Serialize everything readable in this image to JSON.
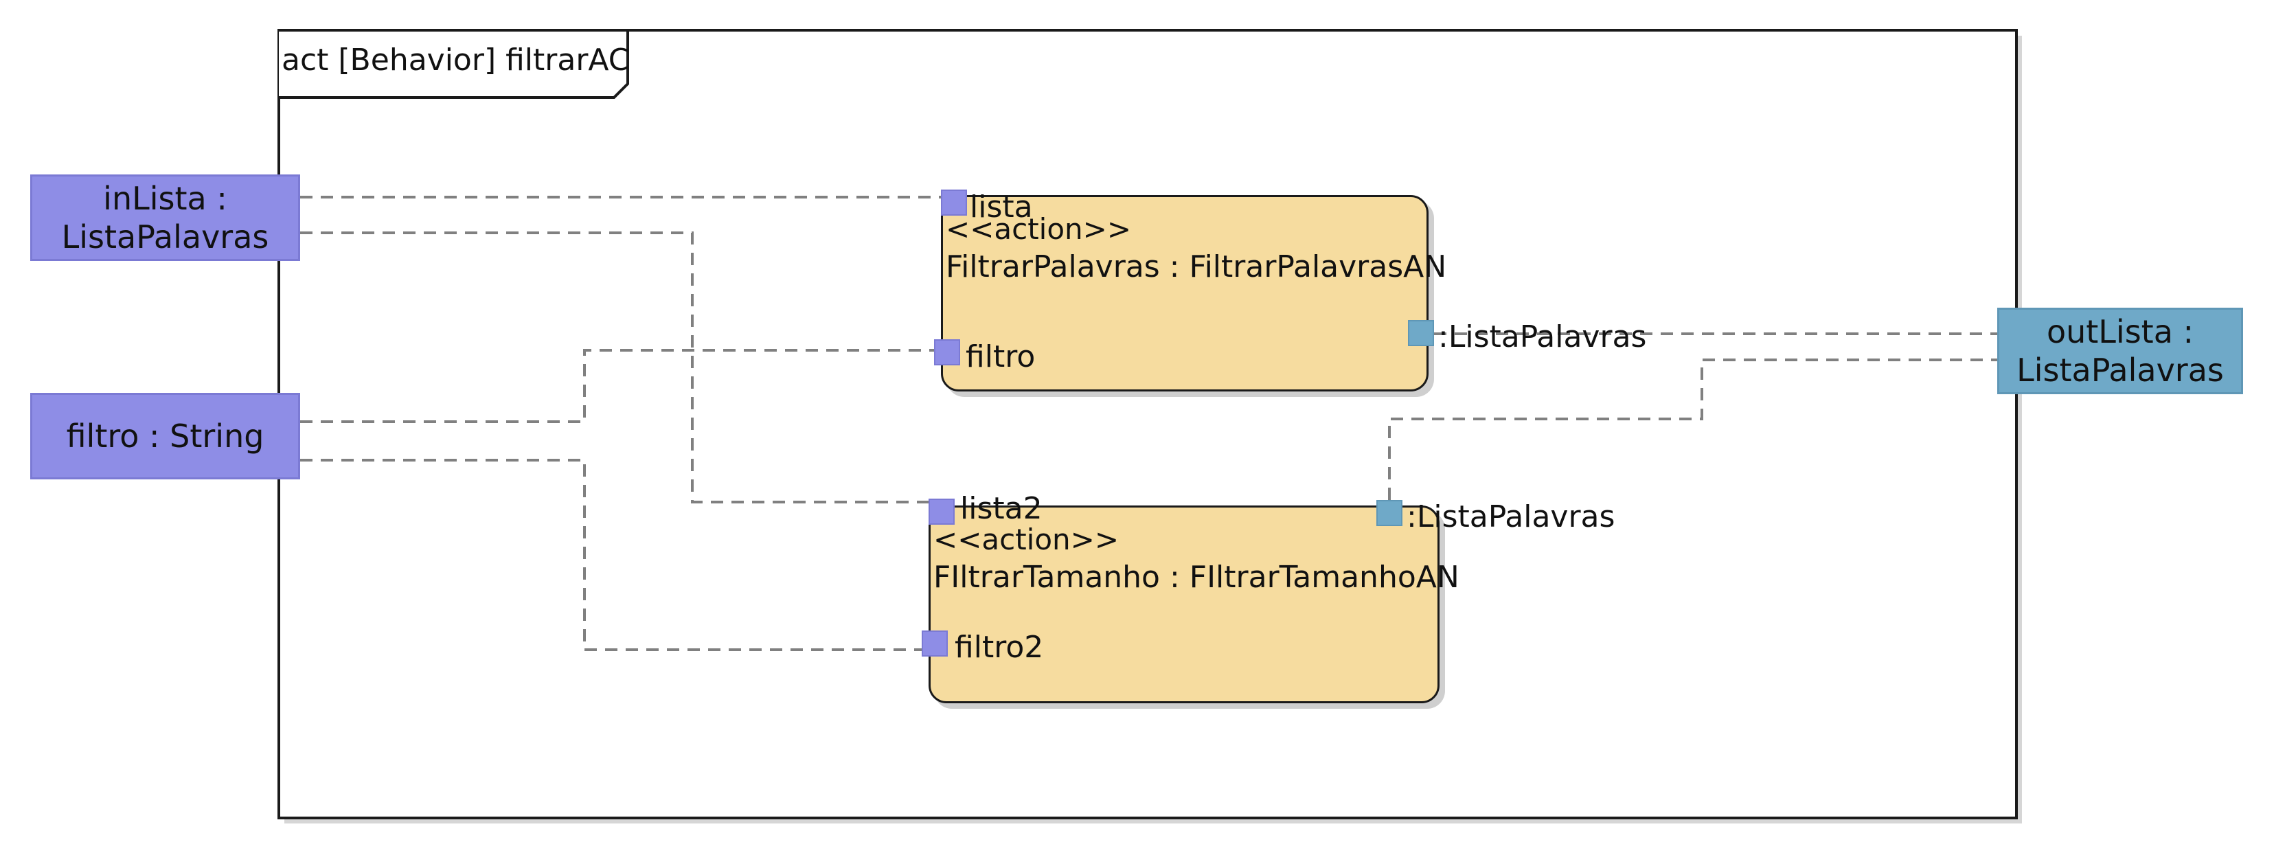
{
  "frame": {
    "title": "act [Behavior] filtrarAC"
  },
  "parameters": {
    "in_lista": {
      "line1": "inLista :",
      "line2": "ListaPalavras",
      "color": "#8e8de6"
    },
    "filtro": {
      "label": "filtro : String",
      "color": "#8e8de6"
    },
    "out_lista": {
      "line1": "outLista :",
      "line2": "ListaPalavras",
      "color": "#6fa9c8"
    }
  },
  "actions": {
    "filtrar_palavras": {
      "stereotype": "<<action>>",
      "name": "FiltrarPalavras : FiltrarPalavrasAN",
      "pin_lista": "lista",
      "pin_filtro": "filtro",
      "pin_out": ":ListaPalavras"
    },
    "filtrar_tamanho": {
      "stereotype": "<<action>>",
      "name": "FIltrarTamanho : FIltrarTamanhoAN",
      "pin_lista": "lista2",
      "pin_filtro": "filtro2",
      "pin_out": ":ListaPalavras"
    }
  },
  "colors": {
    "action_fill": "#f6dc9f",
    "flow_line": "#808080"
  }
}
